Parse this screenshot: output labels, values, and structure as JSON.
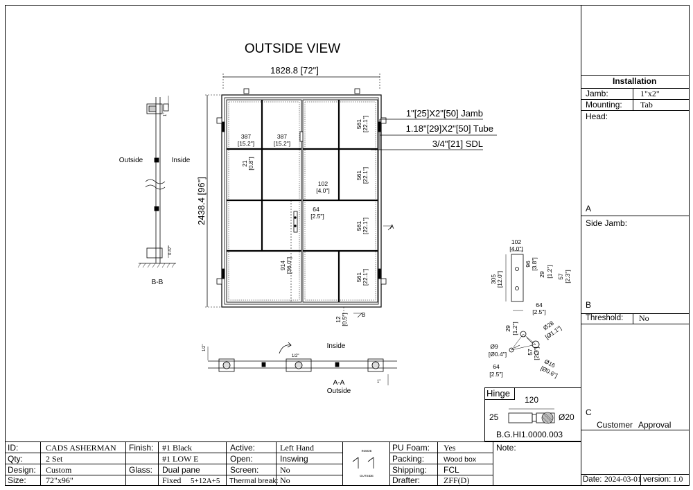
{
  "title": "OUTSIDE VIEW",
  "dims": {
    "width": "1828.8 [72\"]",
    "height": "2438.4 [96\"]",
    "col1_mm": "387",
    "col1_in": "[15.2\"]",
    "col2_mm": "387",
    "col2_in": "[15.2\"]",
    "rail_mm": "21",
    "rail_in": "[0.8\"]",
    "r1_mm": "561",
    "r1_in": "[22.1\"]",
    "r2_mm": "561",
    "r2_in": "[22.1\"]",
    "r3_mm": "561",
    "r3_in": "[22.1\"]",
    "r4_mm": "561",
    "r4_in": "[22.1\"]",
    "gap_mm": "102",
    "gap_in": "[4.0\"]",
    "handle_mm": "64",
    "handle_in": "[2.5\"]",
    "lock_mm": "914",
    "lock_in": "[36.0\"]",
    "bottom_mm": "12",
    "bottom_in": "[0.5\"]"
  },
  "callouts": {
    "jamb": "1\"[25]X2\"[50] Jamb",
    "tube": "1.18\"[29]X2\"[50] Tube",
    "sdl": "3/4\"[21] SDL"
  },
  "section_bb": {
    "outside": "Outside",
    "inside": "Inside",
    "label": "B-B",
    "top_dim": "1\"",
    "bottom_dim": "0.47\""
  },
  "section_aa": {
    "inside": "Inside",
    "outside": "Outside",
    "label": "A-A",
    "left_dim": "1/2\"",
    "right_dim": "1\"",
    "gap_dim": "1/2\""
  },
  "markers": {
    "a": "A",
    "b": "B"
  },
  "handle_detail": {
    "w_mm": "102",
    "w_in": "[4.0\"]",
    "h_mm": "305",
    "h_in": "[12.0\"]",
    "d96_mm": "96",
    "d96_in": "[3.8\"]",
    "d29_mm": "29",
    "d29_in": "[1.2\"]",
    "d57_mm": "57",
    "d57_in": "[2.3\"]",
    "b64_mm": "64",
    "b64_in": "[2.5\"]"
  },
  "lever_detail": {
    "d29_mm": "29",
    "d29_in": "[1.2\"]",
    "phi28_mm": "Ø28",
    "phi28_in": "[Ø1.1\"]",
    "phi9_mm": "Ø9",
    "phi9_in": "[Ø0.4\"]",
    "d57_mm": "57",
    "d57_in": "[2.3\"]",
    "phi16_mm": "Ø16",
    "phi16_in": "[Ø0.6\"]",
    "d64_mm": "64",
    "d64_in": "[2.5\"]"
  },
  "hinge": {
    "title": "Hinge",
    "length": "120",
    "height": "25",
    "diameter": "Ø20",
    "code": "B.G.HI1.0000.003"
  },
  "installation": {
    "title": "Installation",
    "jamb_label": "Jamb:",
    "jamb_value": "1\"x2\"",
    "mounting_label": "Mounting:",
    "mounting_value": "Tab",
    "head_label": "Head:",
    "marker_a": "A",
    "side_jamb_label": "Side Jamb:",
    "marker_b": "B",
    "threshold_label": "Threshold:",
    "threshold_value": "No",
    "marker_c": "C",
    "customer_label": "Customer",
    "approval_label": "Approval",
    "date_label": "Date:",
    "date_value": "2024-03-01",
    "version_label": "version:",
    "version_value": "1.0"
  },
  "title_block": {
    "id_label": "ID:",
    "id_value": "CADS ASHERMAN",
    "qty_label": "Qty:",
    "qty_value": "2 Set",
    "design_label": "Design:",
    "design_value": "Custom",
    "size_label": "Size:",
    "size_value": "72\"x96\"",
    "finish_label": "Finish:",
    "finish_value": "#1 Black",
    "glass_label": "Glass:",
    "glass_v1": "#1 LOW E",
    "glass_v2": "Dual pane",
    "glass_v3": "Fixed",
    "glass_v4": "5+12A+5",
    "active_label": "Active:",
    "active_value": "Left Hand",
    "open_label": "Open:",
    "open_value": "Inswing",
    "screen_label": "Screen:",
    "screen_value": "No",
    "thermal_label": "Thermal break:",
    "thermal_value": "No",
    "swing_inside": "INSIDE",
    "swing_outside": "OUTSIDE",
    "pufoam_label": "PU Foam:",
    "pufoam_value": "Yes",
    "packing_label": "Packing:",
    "packing_value": "Wood box",
    "shipping_label": "Shipping:",
    "shipping_value": "FCL",
    "drafter_label": "Drafter:",
    "drafter_value": "ZFF(D)",
    "note_label": "Note:"
  }
}
